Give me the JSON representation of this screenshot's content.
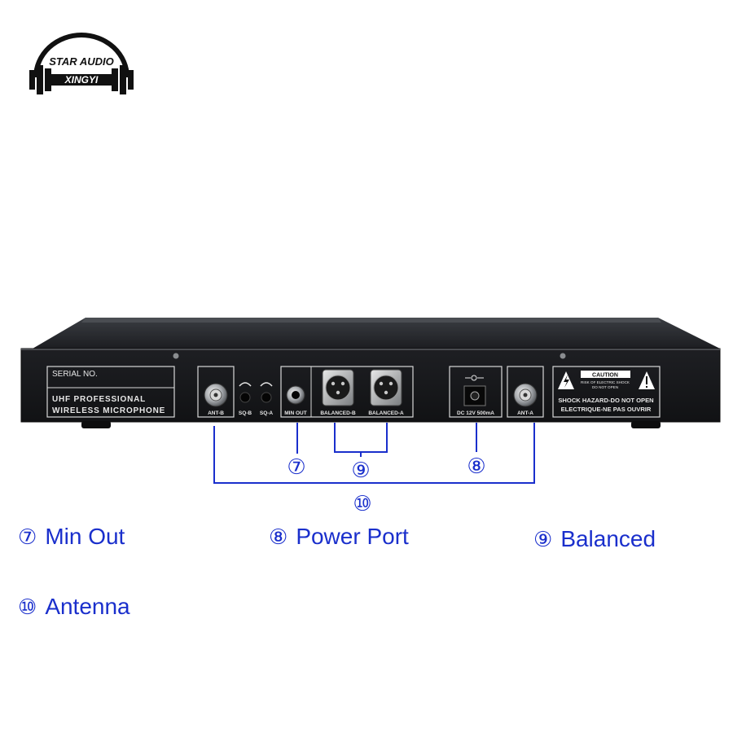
{
  "logo": {
    "top_text": "STAR AUDIO",
    "bottom_text": "XINGYI"
  },
  "panel": {
    "serial_label": "SERIAL NO.",
    "product_line1": "UHF PROFESSIONAL",
    "product_line2": "WIRELESS MICROPHONE",
    "ant_b": "ANT-B",
    "sq_b": "SQ-B",
    "sq_a": "SQ-A",
    "min_out": "MIN OUT",
    "balanced_b": "BALANCED-B",
    "balanced_a": "BALANCED-A",
    "dc_label": "DC 12V  500mA",
    "ant_a": "ANT-A",
    "caution_title": "CAUTION",
    "caution_line1": "RISK OF ELECTRIC SHOCK",
    "caution_line2": "DO NOT OPEN",
    "caution_line3": "SHOCK HAZARD-DO NOT OPEN",
    "caution_line4": "ELECTRIQUE-NE PAS OUVRIR"
  },
  "callouts": {
    "min_out": "⑦",
    "balanced": "⑨",
    "power": "⑧",
    "antenna": "⑩"
  },
  "legend": [
    {
      "num": "⑦",
      "label": "Min Out"
    },
    {
      "num": "⑧",
      "label": "Power Port"
    },
    {
      "num": "⑨",
      "label": "Balanced"
    },
    {
      "num": "⑩",
      "label": "Antenna"
    }
  ],
  "colors": {
    "callout_blue": "#1a2fcc",
    "chassis": "#1b1c1f"
  }
}
